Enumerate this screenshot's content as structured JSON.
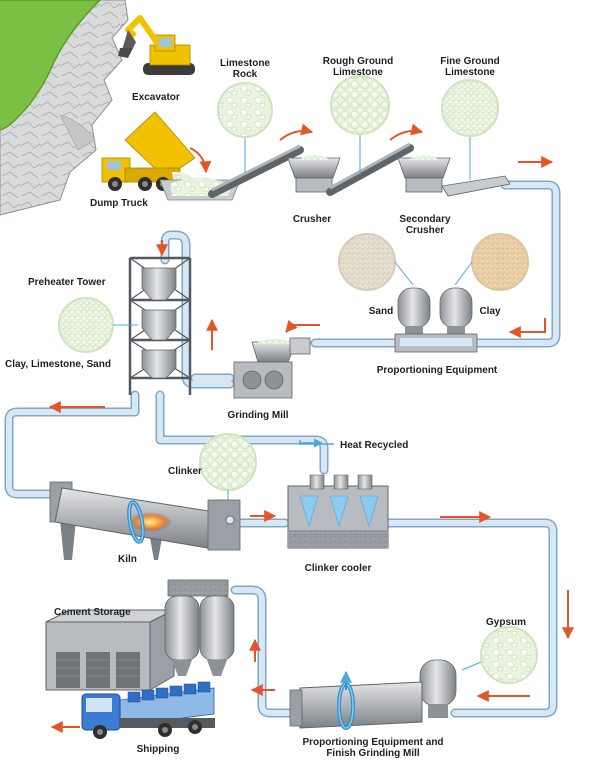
{
  "labels": {
    "excavator": "Excavator",
    "dump_truck": "Dump Truck",
    "limestone_rock_1": "Limestone",
    "limestone_rock_2": "Rock",
    "rough_ground_1": "Rough Ground",
    "rough_ground_2": "Limestone",
    "fine_ground_1": "Fine Ground",
    "fine_ground_2": "Limestone",
    "crusher": "Crusher",
    "secondary_crusher_1": "Secondary",
    "secondary_crusher_2": "Crusher",
    "preheater_tower": "Preheater Tower",
    "clay_limestone_sand": "Clay, Limestone, Sand",
    "sand": "Sand",
    "clay": "Clay",
    "proportioning_equipment": "Proportioning Equipment",
    "grinding_mill": "Grinding Mill",
    "heat_recycled": "Heat Recycled",
    "clinker": "Clinker",
    "kiln": "Kiln",
    "clinker_cooler": "Clinker cooler",
    "cement_storage": "Cement Storage",
    "gypsum": "Gypsum",
    "prop_finish_1": "Proportioning Equipment and",
    "prop_finish_2": "Finish Grinding Mill",
    "shipping": "Shipping"
  },
  "colors": {
    "pipe": "#bcd6ea",
    "pipe_edge": "#7fa7c6",
    "flow_arrow": "#e2572a",
    "heat_arrow": "#4aa8dc",
    "machine": "#b8bcc0",
    "machine_dark": "#6f7478",
    "excavator": "#f2c200",
    "truck": "#f2c200",
    "shipping_truck": "#3b7bd1",
    "cliff_green": "#7cc043"
  }
}
